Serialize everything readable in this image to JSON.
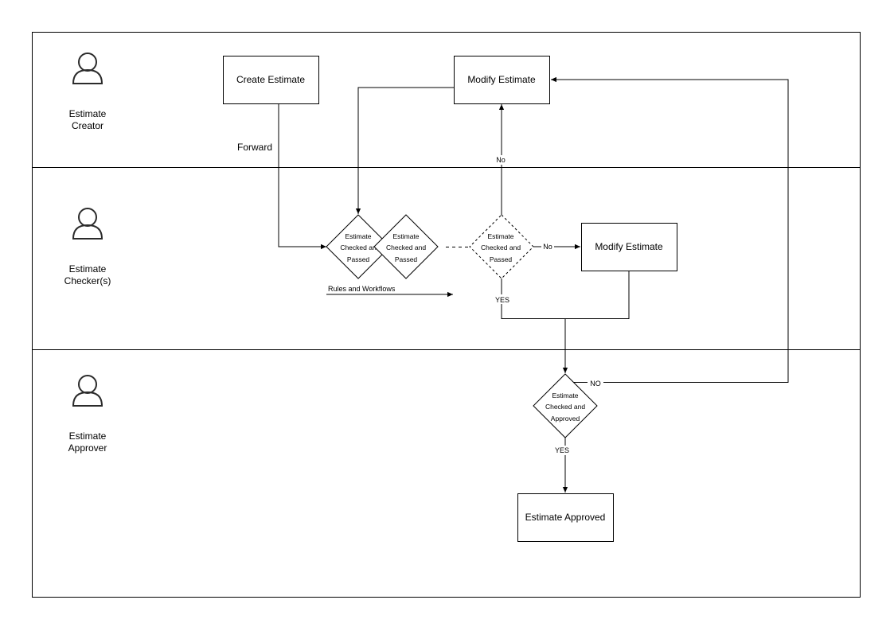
{
  "lanes": [
    {
      "role_line1": "Estimate",
      "role_line2": "Creator"
    },
    {
      "role_line1": "Estimate",
      "role_line2": "Checker(s)"
    },
    {
      "role_line1": "Estimate",
      "role_line2": "Approver"
    }
  ],
  "nodes": {
    "create_estimate": "Create Estimate",
    "modify_estimate_top": "Modify Estimate",
    "modify_estimate_mid": "Modify Estimate",
    "estimate_approved": "Estimate Approved",
    "decision_1": {
      "line1": "Estimate",
      "line2": "Checked an",
      "line3": "Passed"
    },
    "decision_2": {
      "line1": "Estimate",
      "line2": "Checked and",
      "line3": "Passed"
    },
    "decision_3": {
      "line1": "Estimate",
      "line2": "Checked and",
      "line3": "Passed"
    },
    "decision_4": {
      "line1": "Estimate",
      "line2": "Checked and",
      "line3": "Approved"
    }
  },
  "edge_labels": {
    "forward": "Forward",
    "no_up": "No",
    "no_right": "No",
    "yes_checker": "YES",
    "no_approver": "NO",
    "yes_approver": "YES",
    "rules": "Rules and Workflows"
  },
  "colors": {
    "line": "#000000",
    "icon": "#2b2b2b",
    "background": "#ffffff"
  }
}
